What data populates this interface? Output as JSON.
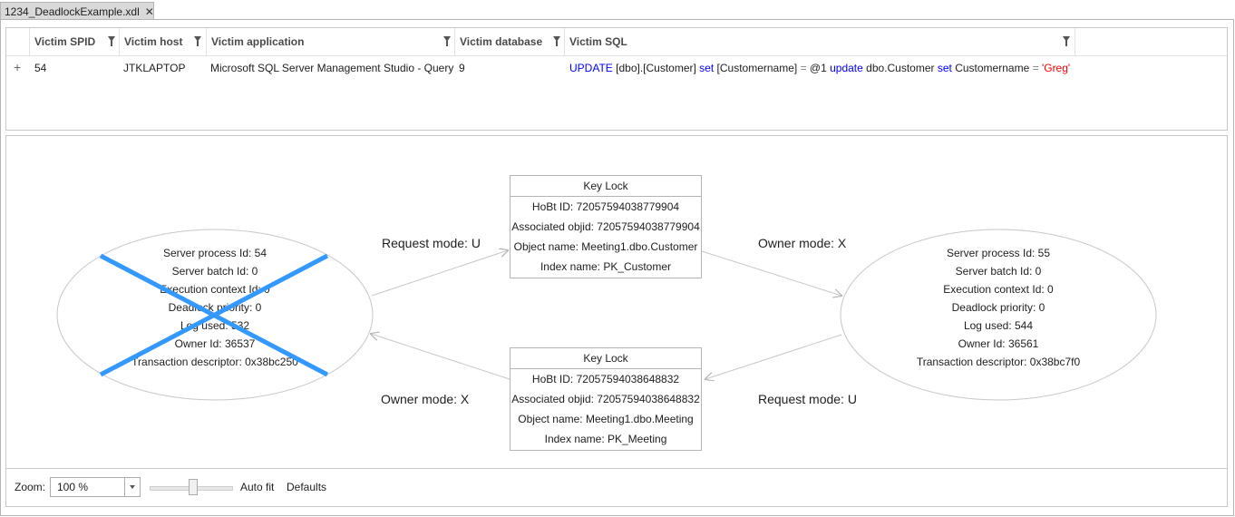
{
  "tab": {
    "title": "1234_DeadlockExample.xdl",
    "close_glyph": "✕"
  },
  "grid": {
    "columns": [
      "Victim SPID",
      "Victim host",
      "Victim application",
      "Victim database",
      "Victim SQL"
    ],
    "row": {
      "expand_glyph": "+",
      "spid": "54",
      "host": "JTKLAPTOP",
      "application": "Microsoft SQL Server Management Studio - Query",
      "database": "9",
      "sql_tokens": [
        {
          "t": "UPDATE",
          "k": "kw"
        },
        {
          "t": " [dbo].[Customer] ",
          "k": "txt"
        },
        {
          "t": "set",
          "k": "kw"
        },
        {
          "t": " [Customername] ",
          "k": "txt"
        },
        {
          "t": "=",
          "k": "op"
        },
        {
          "t": " @1 ",
          "k": "txt"
        },
        {
          "t": "update",
          "k": "kw"
        },
        {
          "t": " dbo.Customer ",
          "k": "txt"
        },
        {
          "t": "set",
          "k": "kw"
        },
        {
          "t": " Customername ",
          "k": "txt"
        },
        {
          "t": "=",
          "k": "op"
        },
        {
          "t": " ",
          "k": "txt"
        },
        {
          "t": "'Greg'",
          "k": "str"
        }
      ]
    }
  },
  "graph": {
    "victim_process": {
      "lines": [
        "Server process Id: 54",
        "Server batch Id: 0",
        "Execution context Id: 0",
        "Deadlock priority: 0",
        "Log used: 532",
        "Owner Id: 36537",
        "Transaction descriptor: 0x38bc250"
      ]
    },
    "other_process": {
      "lines": [
        "Server process Id: 55",
        "Server batch Id: 0",
        "Execution context Id: 0",
        "Deadlock priority: 0",
        "Log used: 544",
        "Owner Id: 36561",
        "Transaction descriptor: 0x38bc7f0"
      ]
    },
    "lock_top": {
      "title": "Key Lock",
      "lines": [
        "HoBt ID: 72057594038779904",
        "Associated objid: 72057594038779904",
        "Object name: Meeting1.dbo.Customer",
        "Index name: PK_Customer"
      ]
    },
    "lock_bottom": {
      "title": "Key Lock",
      "lines": [
        "HoBt ID: 72057594038648832",
        "Associated objid: 72057594038648832",
        "Object name: Meeting1.dbo.Meeting",
        "Index name: PK_Meeting"
      ]
    },
    "edge_labels": {
      "top_left": "Request mode: U",
      "top_right": "Owner mode: X",
      "bottom_left": "Owner mode: X",
      "bottom_right": "Request mode: U"
    },
    "colors": {
      "victim_cross": "#3399ff",
      "edge": "#c8c8c8",
      "node_border": "#b4b4b4"
    }
  },
  "bottom": {
    "zoom_label": "Zoom:",
    "zoom_value": "100 %",
    "autofit_label": "Auto fit",
    "defaults_label": "Defaults"
  }
}
